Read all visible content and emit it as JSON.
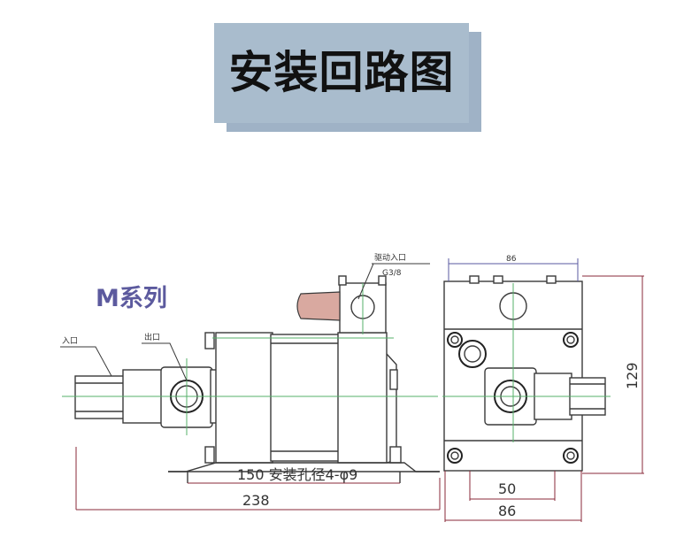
{
  "header": {
    "title": "安装回路图"
  },
  "diagram": {
    "series_label": "M系列",
    "inlet_label": "入口",
    "outlet_label": "出口",
    "drive_inlet_label": "驱动入口",
    "drive_thread": "G3/8",
    "mount_note": "150 安装孔径4-φ9",
    "dim_total_length": "238",
    "dim_top_width": "86",
    "dim_height": "129",
    "dim_hole_spacing": "50",
    "dim_bottom_width": "86"
  },
  "colors": {
    "title_bg": "#a9bccd",
    "title_shadow": "#9fb2c6",
    "series_text": "#5c5a9e",
    "center_line": "#55b06a",
    "muffler": "#d9a9a0"
  }
}
